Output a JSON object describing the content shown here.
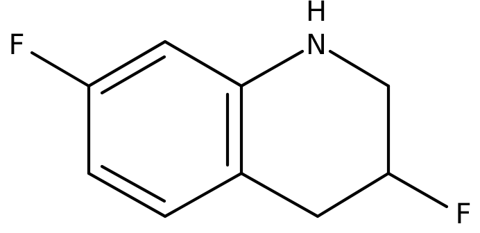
{
  "molecule": {
    "atoms": {
      "n1": "N",
      "h1": "H",
      "f7": "F",
      "f3": "F"
    }
  },
  "colors": {
    "bond": "#000000",
    "label": "#000000",
    "background": "#ffffff"
  }
}
